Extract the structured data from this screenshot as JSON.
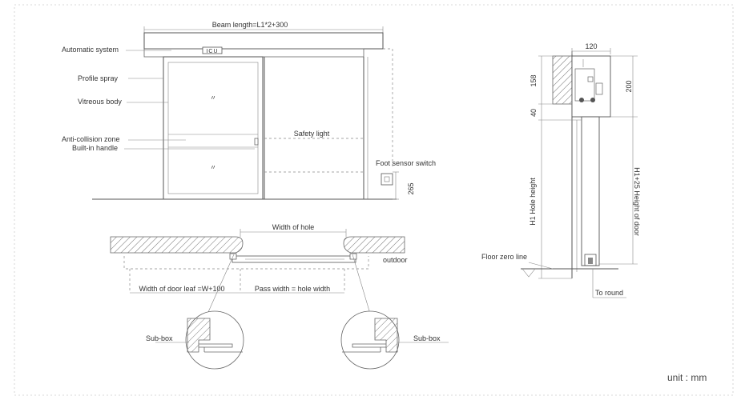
{
  "front_view": {
    "beam_label": "Beam length=L1*2+300",
    "box_label": "ICU",
    "automatic_system": "Automatic system",
    "profile_spray": "Profile spray",
    "vitreous_body": "Vitreous body",
    "anti_collision_zone": "Anti-collision zone",
    "built_in_handle": "Built-in handle",
    "safety_light": "Safety light",
    "foot_sensor_switch": "Foot sensor switch",
    "height_265": "265"
  },
  "plan_view": {
    "width_of_hole": "Width of hole",
    "outdoor": "outdoor",
    "width_of_door_leaf": "Width of door leaf =W+100",
    "pass_width": "Pass width = hole width"
  },
  "detail_view": {
    "sub_box_left": "Sub-box",
    "sub_box_right": "Sub-box"
  },
  "section_view": {
    "dim_120": "120",
    "dim_158": "158",
    "dim_200": "200",
    "dim_40": "40",
    "hole_height": "H1 Hole height",
    "door_height": "H1+25  Height of door",
    "floor_zero_line": "Floor zero line",
    "to_round": "To round"
  },
  "unit_label": "unit : mm"
}
